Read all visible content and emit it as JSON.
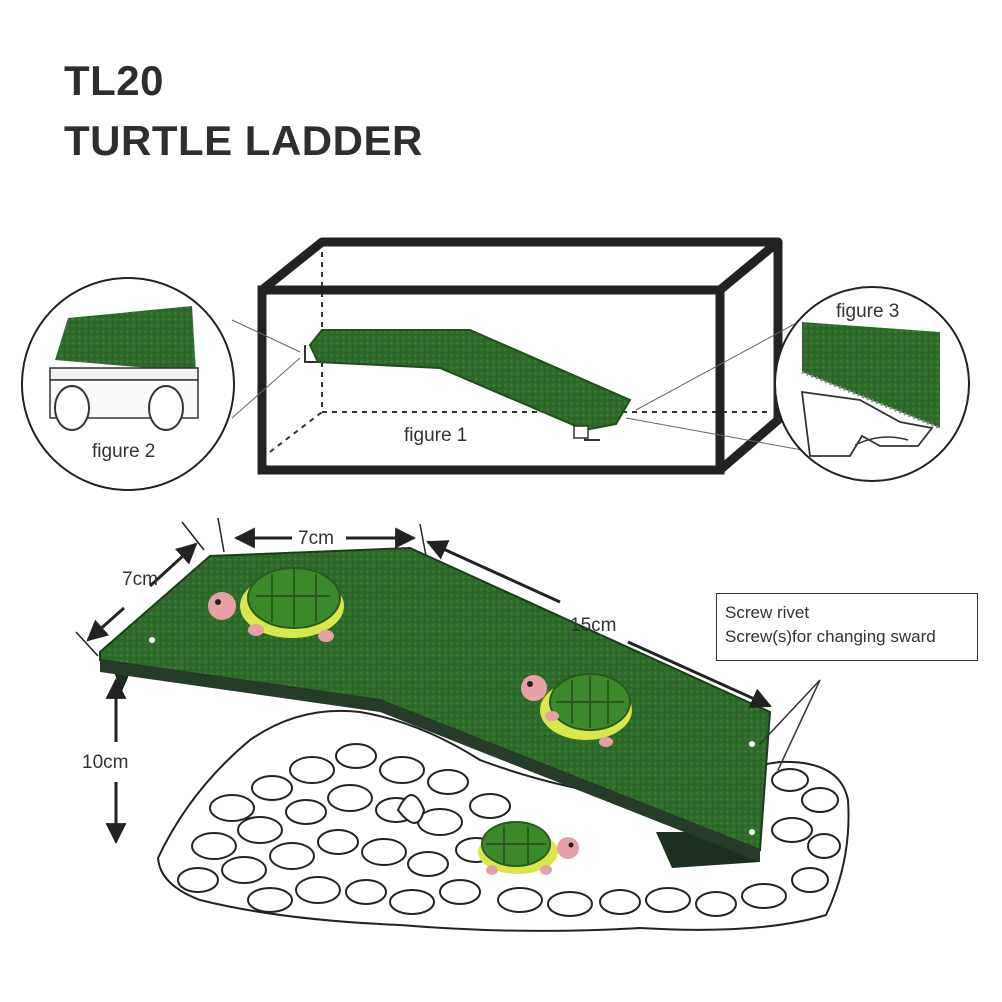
{
  "title": {
    "line1": "TL20",
    "line2": "TURTLE LADDER"
  },
  "figures": {
    "figure1": "figure 1",
    "figure2": "figure 2",
    "figure3": "figure 3"
  },
  "dimensions": {
    "top_width": "7cm",
    "side_width": "7cm",
    "length": "15cm",
    "height": "10cm"
  },
  "note": {
    "line1": "Screw rivet",
    "line2": "Screw(s)for changing sward"
  },
  "colors": {
    "grass": "#2e6b2a",
    "grass_dark": "#1f4f1d",
    "frame": "#222222",
    "turtle_shell": "#3a8a2a",
    "turtle_rim": "#d8e84a",
    "turtle_skin": "#e8a0a8"
  }
}
